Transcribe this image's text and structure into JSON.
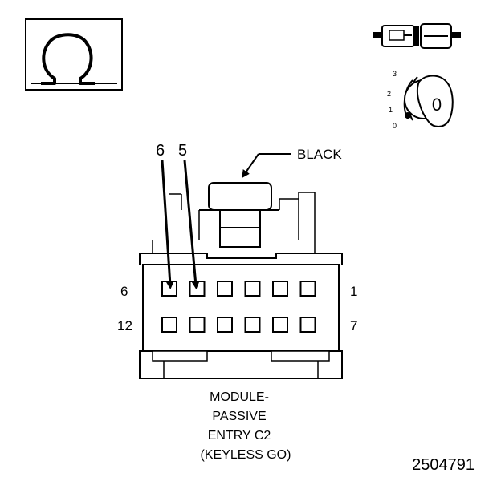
{
  "symbol": {
    "icon": "ohm-omega-icon",
    "glyph": "Ω"
  },
  "key_switch": {
    "positions": [
      "3",
      "2",
      "1",
      "0"
    ],
    "key_label": "0"
  },
  "connector": {
    "color_callout": "BLACK",
    "probe_pins": [
      "6",
      "5"
    ],
    "row_labels": {
      "top_left": "6",
      "top_right": "1",
      "bottom_left": "12",
      "bottom_right": "7"
    },
    "cavities_per_row": 6,
    "rows": 2
  },
  "caption": {
    "lines": [
      "MODULE-",
      "PASSIVE",
      "ENTRY C2",
      "(KEYLESS GO)"
    ]
  },
  "figure_number": "2504791"
}
